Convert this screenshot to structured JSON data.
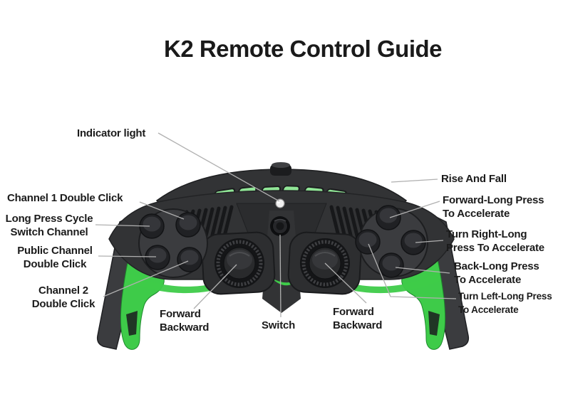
{
  "title": "K2 Remote Control Guide",
  "colors": {
    "background": "#ffffff",
    "title_text": "#1a1a1a",
    "label_text": "#1b1b1b",
    "leader_line": "#b0b0b0",
    "body_dark": "#323335",
    "body_mid": "#3b3c3f",
    "body_darker": "#1b1c1e",
    "accent_green": "#3ecb49",
    "light_green": "#90e596",
    "indicator_dot": "#efefef"
  },
  "device": {
    "model": "K2",
    "kind": "remote control",
    "indicator_light_count": 6
  },
  "callouts": {
    "indicator_light": {
      "text": "Indicator light"
    },
    "channel_1": {
      "text": "Channel 1 Double Click"
    },
    "long_press_cycle": {
      "line1": "Long Press Cycle",
      "line2": "Switch Channel"
    },
    "public_channel": {
      "line1": "Public Channel",
      "line2": "Double Click"
    },
    "channel_2": {
      "line1": "Channel 2",
      "line2": "Double Click"
    },
    "forward_backward_left": {
      "line1": "Forward",
      "line2": "Backward"
    },
    "switch": {
      "text": "Switch"
    },
    "forward_backward_right": {
      "line1": "Forward",
      "line2": "Backward"
    },
    "rise_and_fall": {
      "text": "Rise And Fall"
    },
    "forward_long_press": {
      "line1": "Forward-Long Press",
      "line2": "To Accelerate"
    },
    "turn_right_long_press": {
      "line1": "Turn Right-Long",
      "line2": "Press To Accelerate"
    },
    "back_long_press": {
      "line1": "Back-Long Press",
      "line2": "To Accelerate"
    },
    "turn_left_long_press": {
      "line1": "Turn Left-Long Press",
      "line2": "To Accelerate"
    }
  }
}
